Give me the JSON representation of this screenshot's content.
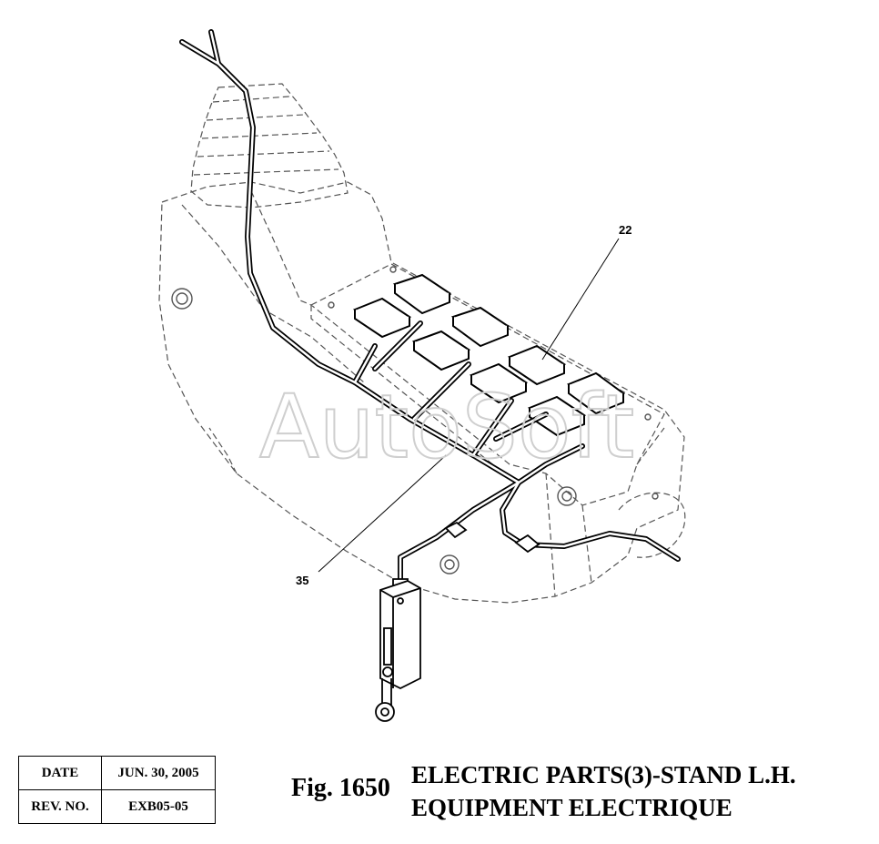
{
  "drawing": {
    "watermark": "AutoSoft",
    "callouts": [
      {
        "id": "22",
        "label": "22"
      },
      {
        "id": "35",
        "label": "35"
      }
    ]
  },
  "info_table": {
    "date_label": "DATE",
    "date_value": "JUN. 30, 2005",
    "rev_label": "REV. NO.",
    "rev_value": "EXB05-05"
  },
  "figure": {
    "number": "Fig. 1650",
    "title_en": "ELECTRIC PARTS(3)-STAND L.H.",
    "title_fr": "EQUIPMENT ELECTRIQUE"
  }
}
